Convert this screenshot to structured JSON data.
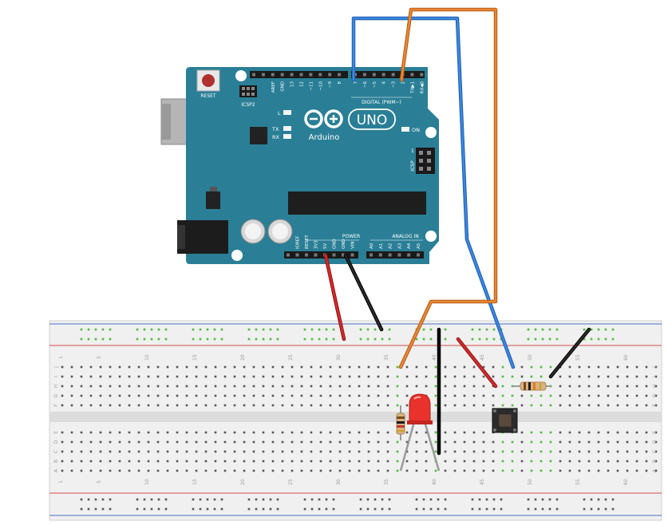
{
  "colors": {
    "board": "#2a7f96",
    "board_dark": "#1f6c82",
    "breadboard": "#f0f0f0",
    "breadboard_channel": "#dcdcdc",
    "rail_red": "#d94b4b",
    "rail_blue": "#4a70c9",
    "wire_blue": "#2f78d6",
    "wire_orange": "#e07a26",
    "wire_red": "#cc2222",
    "wire_black": "#1a1a1a",
    "led": "#e8322b",
    "hole_green": "#4cbd3a",
    "hole_dark": "#555555"
  },
  "arduino": {
    "reset_label": "RESET",
    "icsp2_label": "ICSP2",
    "l_label": "L",
    "tx_label": "TX",
    "rx_label": "RX",
    "uno_label": "UNO",
    "brand_label": "Arduino",
    "on_label": "ON",
    "icsp_label": "ICSP",
    "icsp_pin1": "1",
    "digital_label": "DIGITAL (PWM~)",
    "power_label": "POWER",
    "analog_label": "ANALOG IN",
    "top_pins": [
      "AREF",
      "GND",
      "13",
      "12",
      "~11",
      "~10",
      "~9",
      "8",
      "7",
      "~6",
      "~5",
      "4",
      "~3",
      "2",
      "TX▶1",
      "RX◀0"
    ],
    "power_pins": [
      "IOREF",
      "RESET",
      "3V3",
      "5V",
      "GND",
      "GND",
      "VIN"
    ],
    "analog_pins": [
      "A0",
      "A1",
      "A2",
      "A3",
      "A4",
      "A5"
    ]
  },
  "breadboard": {
    "column_numbers": [
      "1",
      "5",
      "10",
      "15",
      "20",
      "25",
      "30",
      "35",
      "40",
      "45",
      "50",
      "55",
      "60"
    ],
    "top_row_letters": [
      "J",
      "I",
      "H",
      "G",
      "F"
    ],
    "bottom_row_letters": [
      "E",
      "D",
      "C",
      "B",
      "A"
    ]
  }
}
